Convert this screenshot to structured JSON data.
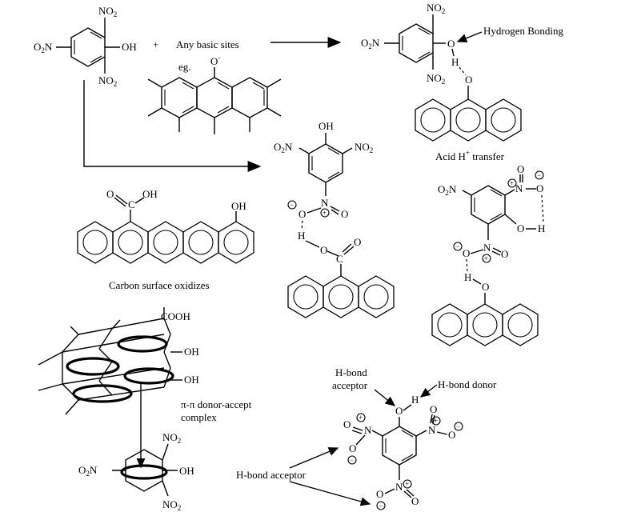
{
  "labels": {
    "plus": "+",
    "any_basic_sites": "Any basic sites",
    "eg": "eg.",
    "hydrogen_bonding": "Hydrogen Bonding",
    "acid_h_transfer_a": "Acid H",
    "acid_h_transfer_sup": "+",
    "acid_h_transfer_b": " transfer",
    "carbon_surface_oxidizes": "Carbon surface oxidizes",
    "pi_complex_line1": "π-π donor-accept",
    "pi_complex_line2": "complex",
    "hbond_acceptor_top_line1": "H-bond",
    "hbond_acceptor_top_line2": "acceptor",
    "hbond_donor": "H-bond donor",
    "hbond_acceptor_bottom": "H-bond acceptor"
  },
  "groups": {
    "no2_left": "O",
    "no2_left_sub": "2",
    "no2_left_tail": "N",
    "no2": "NO",
    "no2_sub": "2",
    "oh": "OH",
    "o_minus": "O",
    "minus": "-",
    "cooh": "COOH",
    "o": "O",
    "h": "H",
    "n": "N",
    "plus_circle": "+",
    "minus_circle": "−"
  }
}
